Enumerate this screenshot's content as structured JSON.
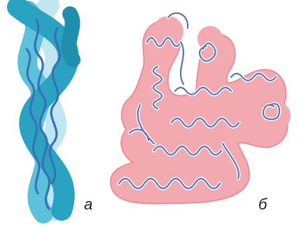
{
  "figure": {
    "panels": [
      {
        "id": "a",
        "label": "а",
        "structure": "fibrillar-protein-coiled-coil"
      },
      {
        "id": "b",
        "label": "б",
        "structure": "globular-protein"
      }
    ],
    "colors": {
      "fibril_dark": "#2aa3c3",
      "fibril_mid": "#5cc2da",
      "fibril_light": "#bfe6f1",
      "fibril_chain": "#3b6fb5",
      "globule_fill": "#f2a9b0",
      "globule_edge": "#e98f98",
      "ribbon_blue": "#5a73b8",
      "ribbon_white": "#ffffff"
    }
  }
}
